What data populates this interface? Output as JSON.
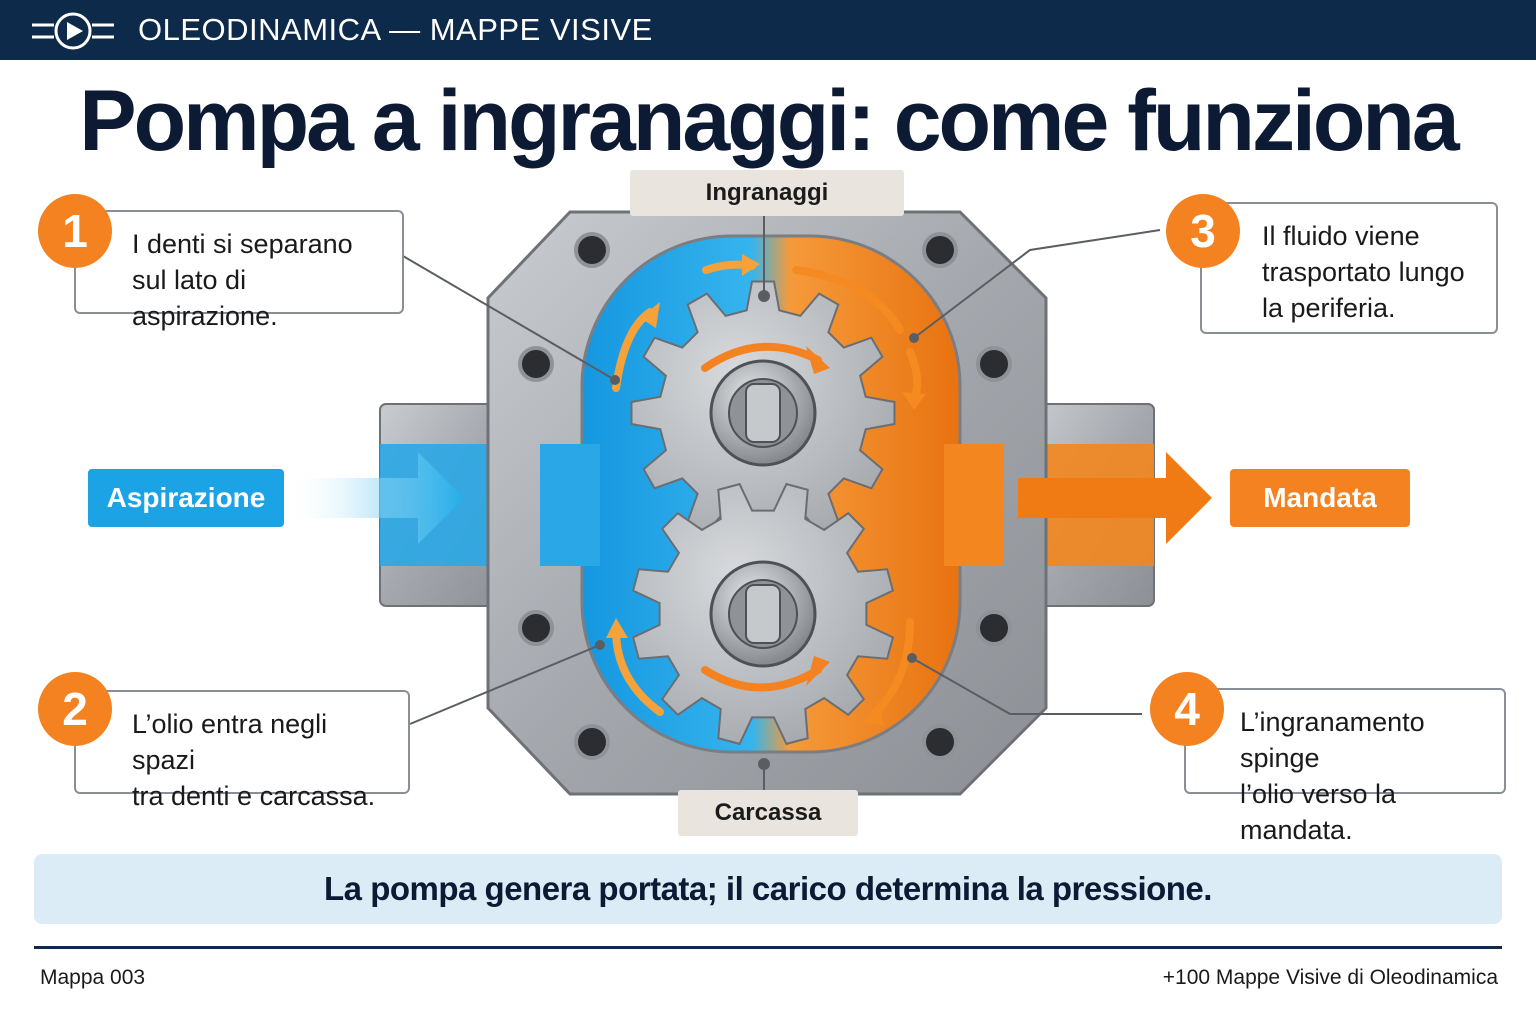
{
  "header": {
    "brand": "OLEODINAMICA — MAPPE VISIVE",
    "logo_icon": "flow-valve-icon",
    "bg_color": "#0e2a4a"
  },
  "title": "Pompa a ingranaggi: come funziona",
  "labels": {
    "gears": "Ingranaggi",
    "housing": "Carcassa",
    "inlet": "Aspirazione",
    "outlet": "Mandata"
  },
  "steps": [
    {
      "number": "1",
      "lines": [
        "I denti si separano",
        "sul lato di aspirazione."
      ]
    },
    {
      "number": "2",
      "lines": [
        "L’olio entra negli spazi",
        "tra denti e carcassa."
      ]
    },
    {
      "number": "3",
      "lines": [
        "Il fluido viene",
        "trasportato lungo",
        "la periferia."
      ]
    },
    {
      "number": "4",
      "lines": [
        "L’ingranamento spinge",
        "l’olio verso la mandata."
      ]
    }
  ],
  "summary": "La pompa genera portata; il carico determina la pressione.",
  "footer": {
    "left": "Mappa 003",
    "right": "+100 Mappe Visive di Oleodinamica"
  },
  "colors": {
    "suction_blue": "#1ca3e6",
    "delivery_orange": "#f58220",
    "metal_gray": "#a9adb2",
    "title_navy": "#0c1a33"
  }
}
